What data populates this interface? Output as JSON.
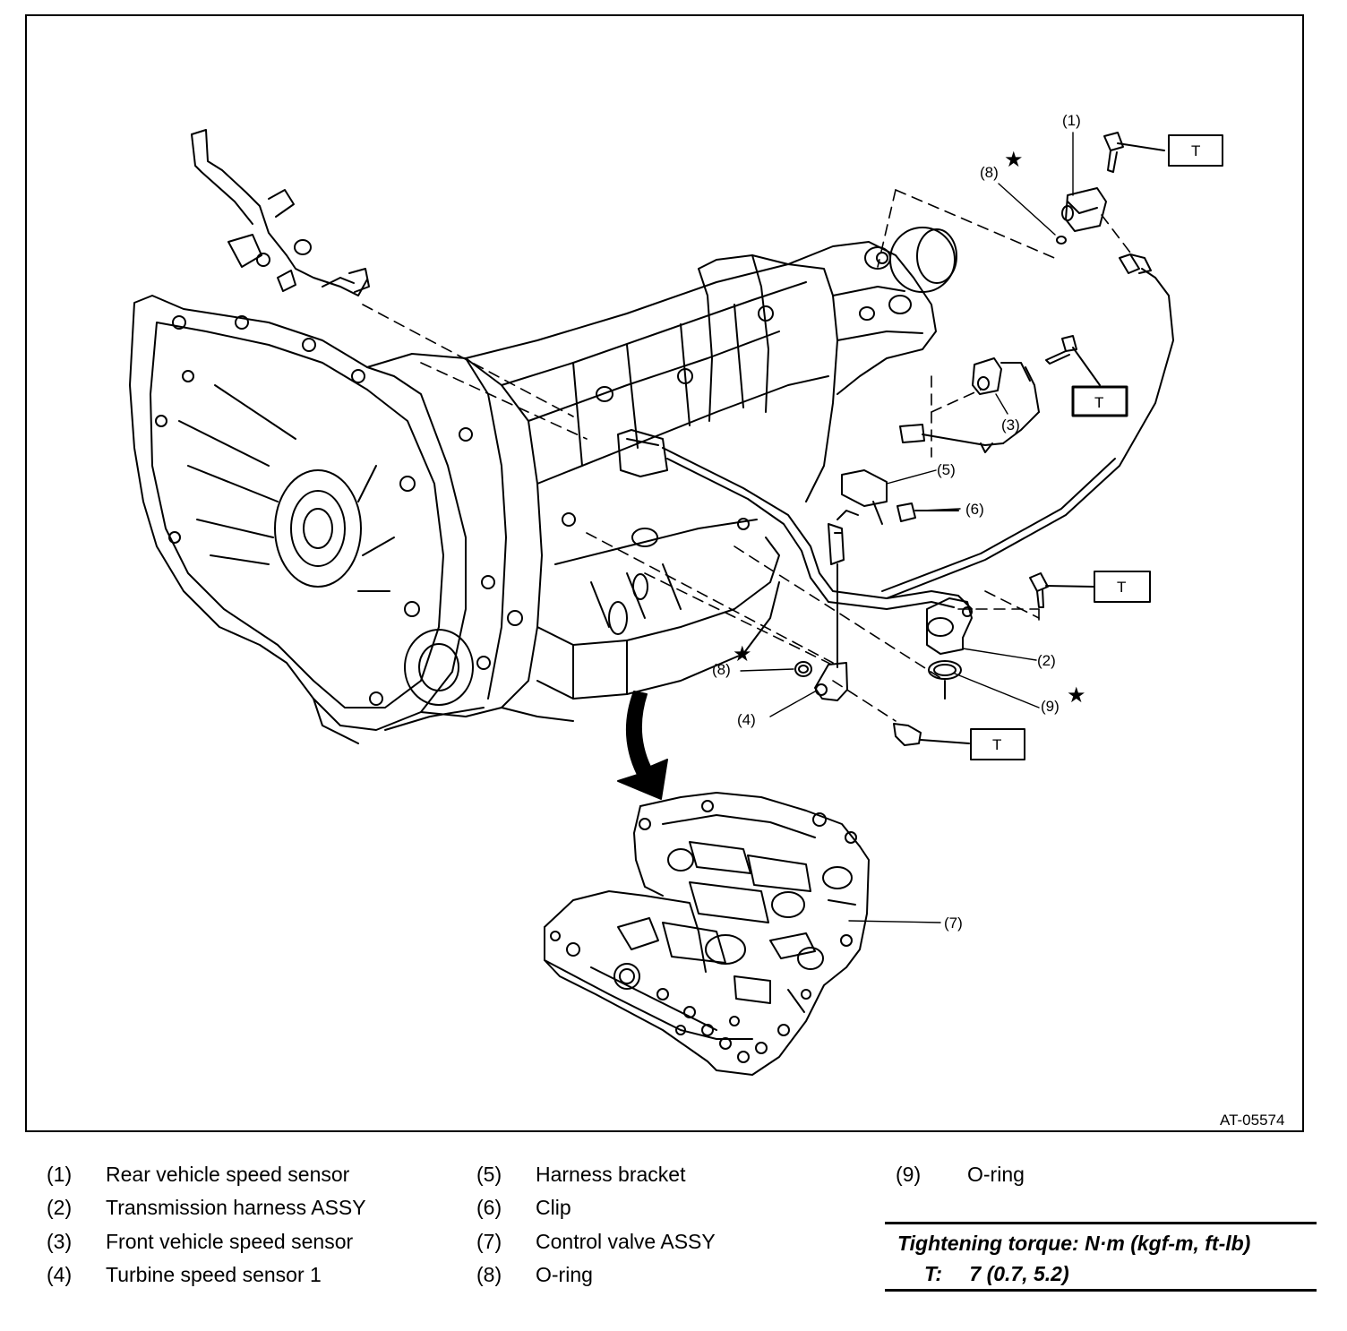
{
  "figure_code": "AT-05574",
  "callouts": {
    "c1": "(1)",
    "c2": "(2)",
    "c3": "(3)",
    "c4": "(4)",
    "c5": "(5)",
    "c6": "(6)",
    "c7": "(7)",
    "c8a": "(8)",
    "c8b": "(8)",
    "c9": "(9)"
  },
  "torque_symbol": "T",
  "star_symbol": "★",
  "legend": [
    {
      "num": "(1)",
      "label": "Rear vehicle speed sensor"
    },
    {
      "num": "(2)",
      "label": "Transmission harness ASSY"
    },
    {
      "num": "(3)",
      "label": "Front vehicle speed sensor"
    },
    {
      "num": "(4)",
      "label": "Turbine speed sensor 1"
    },
    {
      "num": "(5)",
      "label": "Harness bracket"
    },
    {
      "num": "(6)",
      "label": "Clip"
    },
    {
      "num": "(7)",
      "label": "Control valve ASSY"
    },
    {
      "num": "(8)",
      "label": "O-ring"
    },
    {
      "num": "(9)",
      "label": "O-ring"
    }
  ],
  "torque": {
    "title": "Tightening torque: N·m (kgf-m, ft-lb)",
    "symbol": "T:",
    "value": "7 (0.7, 5.2)"
  }
}
